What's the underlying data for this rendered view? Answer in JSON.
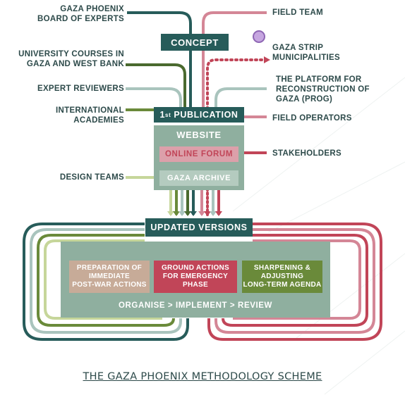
{
  "colors": {
    "dark_teal": "#275c5a",
    "sage": "#a9c4bd",
    "green": "#6a8a3a",
    "light_green": "#c6d69a",
    "rose": "#d48696",
    "crimson": "#c14558",
    "tan": "#c7ab98",
    "purple": "#b795cf",
    "panel": "#8faf9f",
    "text": "#2d4a4a"
  },
  "left_inputs": {
    "board": "GAZA PHOENIX\nBOARD OF EXPERTS",
    "university": "UNIVERSITY COURSES IN\nGAZA AND WEST BANK",
    "reviewers": "EXPERT REVIEWERS",
    "academies": "INTERNATIONAL\nACADEMIES",
    "design": "DESIGN TEAMS"
  },
  "right_inputs": {
    "field_team": "FIELD TEAM",
    "municipalities": "GAZA STRIP\nMUNICIPALITIES",
    "prog": "THE PLATFORM FOR\nRECONSTRUCTION OF\nGAZA (PROG)",
    "operators": "FIELD OPERATORS",
    "stakeholders": "STAKEHOLDERS"
  },
  "concept": "CONCEPT",
  "publication": {
    "sup": "st",
    "num": "1",
    "label": " PUBLICATION"
  },
  "website": {
    "title": "WEBSITE",
    "forum": "ONLINE FORUM",
    "archive": "GAZA ARCHIVE"
  },
  "updated": "UPDATED VERSIONS",
  "phases": {
    "prep": "PREPARATION OF\nIMMEDIATE\nPOST-WAR ACTIONS",
    "ground": "GROUND ACTIONS\nFOR EMERGENCY\nPHASE",
    "sharpen": "SHARPENING &\nADJUSTING\nLONG-TERM AGENDA"
  },
  "cycle": "ORGANISE > IMPLEMENT > REVIEW",
  "title": "THE GAZA PHOENIX METHODOLOGY SCHEME"
}
